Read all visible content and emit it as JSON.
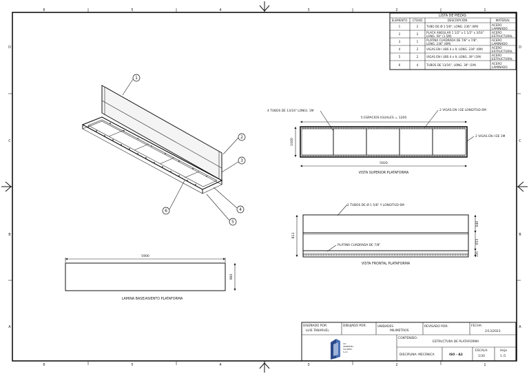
{
  "frame": {
    "top_columns": [
      "6",
      "5",
      "4",
      "3",
      "2",
      "1"
    ],
    "bottom_columns": [
      "6",
      "5",
      "4",
      "3",
      "2",
      "1"
    ],
    "rows_left": [
      "D",
      "C",
      "B",
      "A"
    ],
    "rows_right": [
      "D",
      "C",
      "B",
      "A"
    ]
  },
  "parts_list": {
    "title": "LISTA DE PIEZAS",
    "headers": [
      "ELEMENTO",
      "CTDAD",
      "DESCRIPCIÓN",
      "MATERIAL"
    ],
    "rows": [
      {
        "item": "1",
        "qty": "2",
        "desc": [
          "TUBO DE Ø 1 5/8\", LONG. 236\" (6M)"
        ],
        "mat": [
          "ACERO",
          "LAMINADO"
        ]
      },
      {
        "item": "2",
        "qty": "2",
        "desc": [
          "PLACA ANGULAR 1 1/2\" x 1 1/2\" x 3/16\"",
          "LONG. 59\" (1.5M)"
        ],
        "mat": [
          "ACERO",
          "ESTRUCTURAL"
        ]
      },
      {
        "item": "3",
        "qty": "1",
        "desc": [
          "PLATINA CUADRADA DE 7/8\" x 7/8\",",
          "LONG. 236\" (6M)"
        ],
        "mat": [
          "ACERO",
          "LAMINADO"
        ]
      },
      {
        "item": "4",
        "qty": "2",
        "desc": [
          "VIGAS EN I UBS 4 x 9, LONG. 236\" (6M)"
        ],
        "mat": [
          "ACERO",
          "ESTRUCTURAL"
        ]
      },
      {
        "item": "5",
        "qty": "2",
        "desc": [
          "VIGAS EN I UBS 4 x 9, LONG. 39\" (1M)"
        ],
        "mat": [
          "ACERO",
          "ESTRUCTURAL"
        ]
      },
      {
        "item": "6",
        "qty": "4",
        "desc": [
          "TUBOS DE 13/16\", LONG. 39\" (1M)"
        ],
        "mat": [
          "ACERO",
          "LAMINADO"
        ]
      }
    ]
  },
  "iso_view": {
    "balloons": [
      "1",
      "2",
      "3",
      "4",
      "5",
      "6"
    ]
  },
  "top_view": {
    "note_tubes": "4 TUBOS DE 13/16\" LONGI. 1M",
    "note_spaces": "5 ESPACIOS IGUALES = 1200",
    "note_beams_long": "2 VIGAS EN I DE LONGITUD 6M",
    "note_beams_short": "2 VIGAS EN I DE 1M",
    "dim_height": "1000",
    "dim_width": "5920",
    "caption": "VISTA SUPERIOR PLATAFORMA"
  },
  "front_view": {
    "note_tubes": "2 TUBOS DE Ø 1 5/8\" Y LONGITUD 6M",
    "note_bar": "PLATINA CUADRADA DE 7/8\"",
    "dim_total": "813",
    "dim_a": "640",
    "dim_b": "653",
    "dim_c": "135",
    "caption": "VISTA FRONTAL PLATAFORMA"
  },
  "plate_view": {
    "dim_width": "5900",
    "dim_height": "980",
    "caption": "LAMINA BASE/ASIENTO PLATAFORMA"
  },
  "title_block": {
    "designed_label": "DISEÑADO POR:",
    "designed_value": "LUIS TABARUEL",
    "drawn_label": "DIBUJADO POR:",
    "units_label": "UNIDADES",
    "units_value": "MILIMETROS",
    "reviewed_label": "REVISADO POR:",
    "date_label": "FECHA:",
    "date_value": "2/13/2023",
    "content_label": "CONTENIDO:",
    "content_value": "ESTRUCTURA DE PLATAFORMA",
    "discipline": "DISCIPLINA: MECÁNICA",
    "standard": "ISO - A2",
    "scale_label": "ESCALA:",
    "scale_value": "1/30",
    "sheet_label": "Hoja",
    "sheet_value": "1 /1",
    "logo_text": [
      "CIA",
      "INGENIERÍA",
      "TALLERES",
      "S.A.S"
    ]
  }
}
